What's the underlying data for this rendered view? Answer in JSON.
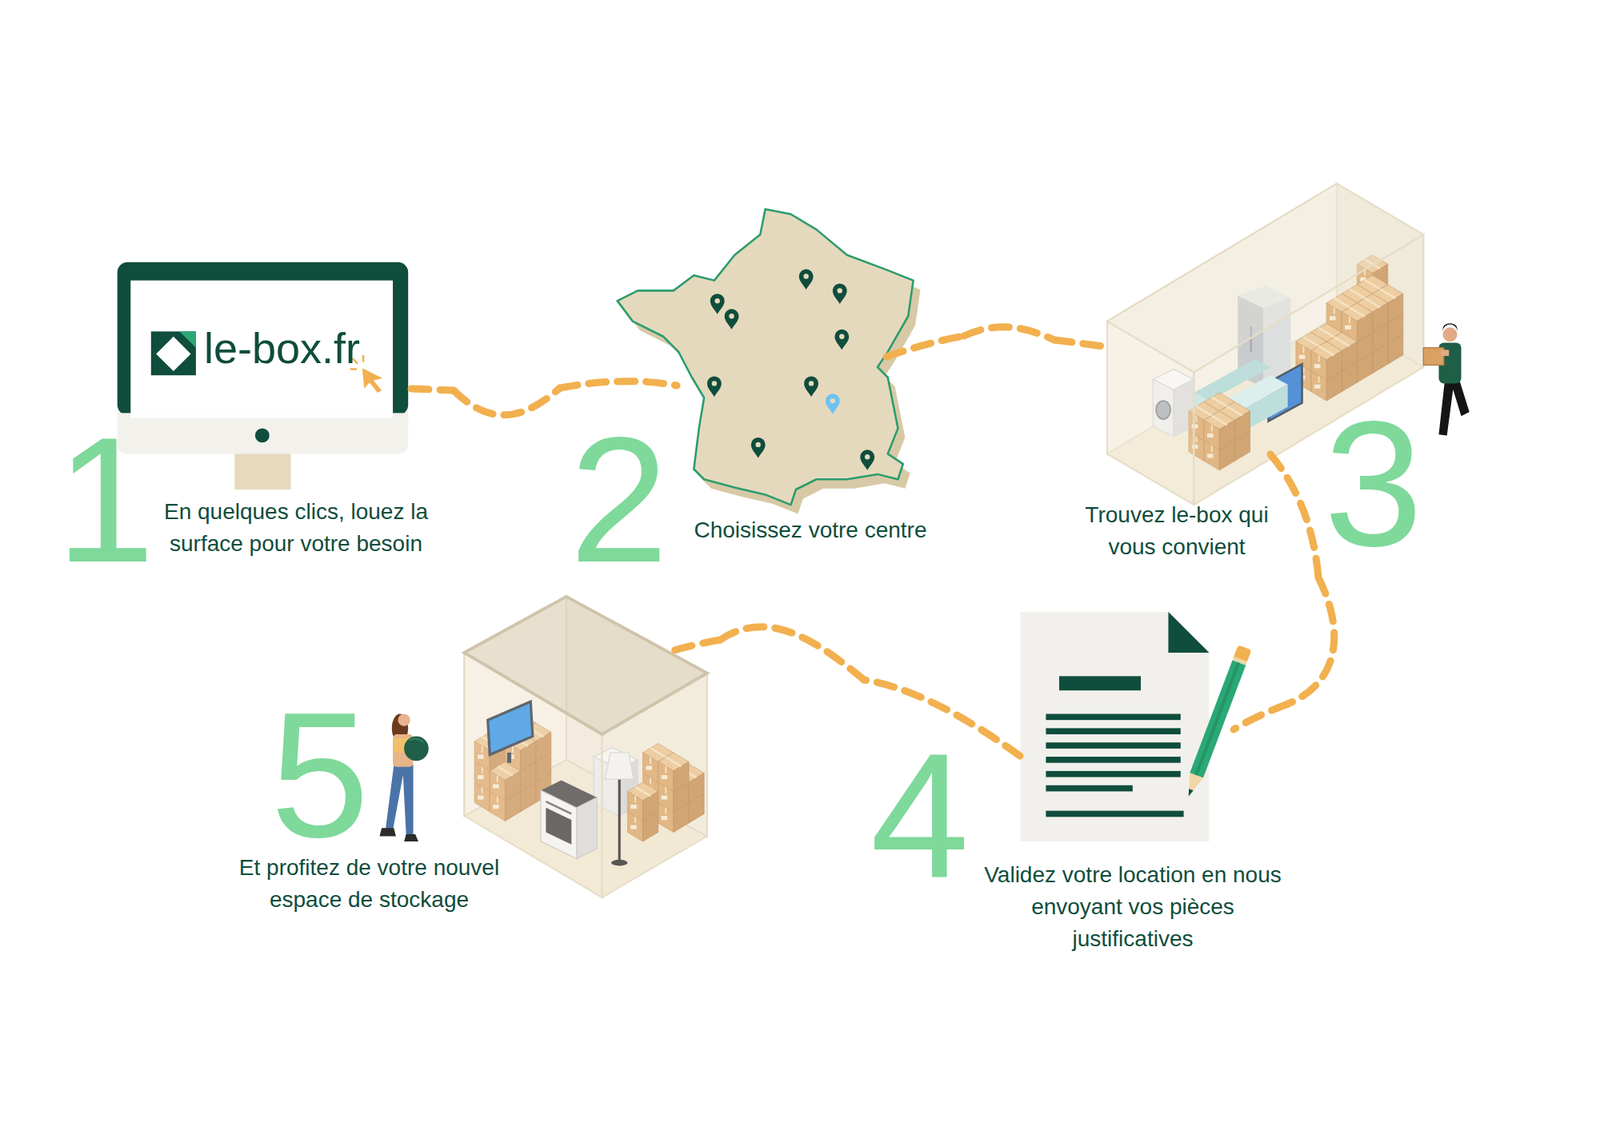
{
  "diagram": {
    "nodes": [
      {
        "text": [
          "1",
          "En quelques clics, louez la surface pour votre besoin"
        ]
      },
      {
        "text": [
          "2",
          "Choisissez votre centre"
        ]
      },
      {
        "text": [
          "3",
          "Trouvez le-box qui vous convient"
        ]
      },
      {
        "text": [
          "4",
          "Validez votre location en nous envoyant vos pièces justificatives"
        ]
      },
      {
        "text": [
          "5",
          "Et profitez de votre nouvel espace de stockage"
        ]
      }
    ],
    "edges": [
      {
        "from": 0,
        "to": 1,
        "arrow": "none"
      },
      {
        "from": 1,
        "to": 2,
        "arrow": "none"
      },
      {
        "from": 2,
        "to": 3,
        "arrow": "none"
      },
      {
        "from": 3,
        "to": 4,
        "arrow": "none"
      }
    ],
    "labels": [
      "le-box.fr"
    ]
  }
}
